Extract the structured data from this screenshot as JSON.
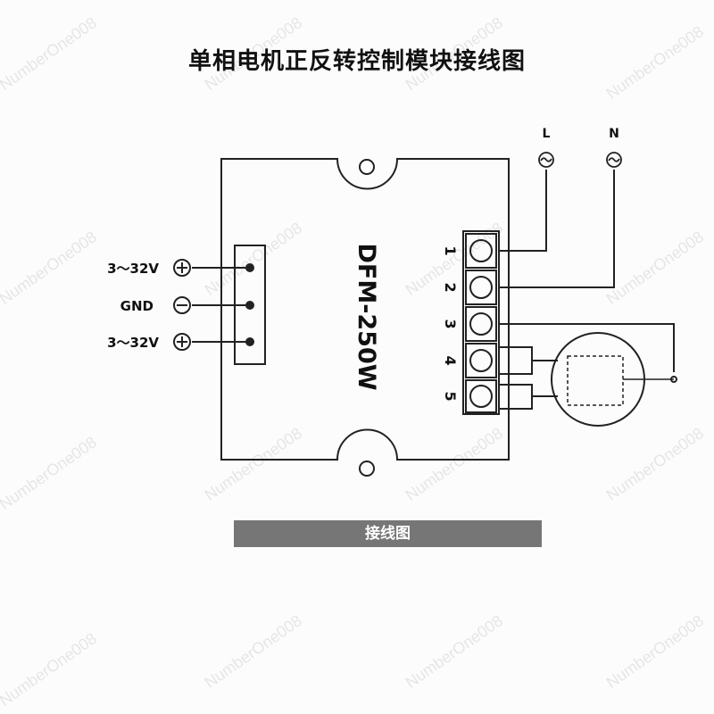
{
  "title": "单相电机正反转控制模块接线图",
  "module_label": "DFM-250W",
  "power_terminals": [
    {
      "label": "3～32V",
      "symbol": "+"
    },
    {
      "label": "GND",
      "symbol": "−"
    },
    {
      "label": "3～32V",
      "symbol": "+"
    }
  ],
  "terminals": [
    "1",
    "2",
    "3",
    "4",
    "5"
  ],
  "mains": [
    {
      "label": "L",
      "symbol": "~"
    },
    {
      "label": "N",
      "symbol": "~"
    }
  ],
  "caption": "接线图",
  "watermark": "NumberOne008"
}
